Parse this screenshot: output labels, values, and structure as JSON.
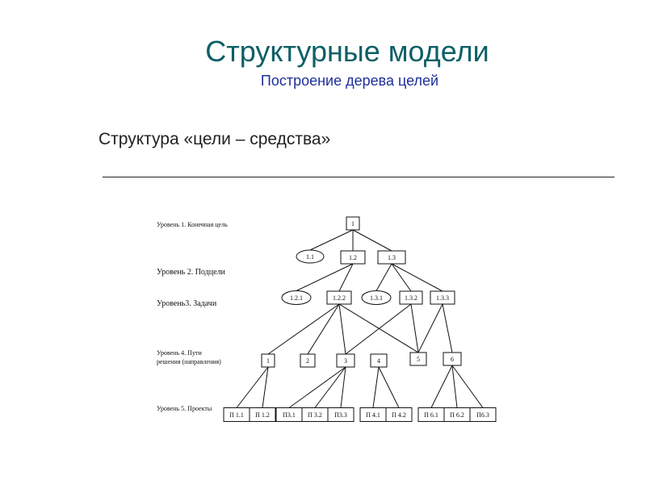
{
  "slide": {
    "title": "Структурные модели",
    "subtitle": "Построение дерева целей",
    "heading": "Структура «цели – средства»"
  },
  "tree": {
    "levels": [
      {
        "id": "lvl1",
        "label": "Уровень  1. Конечная цель"
      },
      {
        "id": "lvl2",
        "label": "Уровень 2. Подцели"
      },
      {
        "id": "lvl3",
        "label": "Уровень3. Задачи"
      },
      {
        "id": "lvl4a",
        "label": "Уровень  4. Пути"
      },
      {
        "id": "lvl4b",
        "label": "решения (направления)"
      },
      {
        "id": "lvl5",
        "label": "Уровень 5. Проекты"
      }
    ],
    "nodes": [
      {
        "id": "n1",
        "label": "1",
        "shape": "box"
      },
      {
        "id": "n11",
        "label": "1.1",
        "shape": "ellipse"
      },
      {
        "id": "n12",
        "label": "1.2",
        "shape": "box"
      },
      {
        "id": "n13",
        "label": "1.3",
        "shape": "box"
      },
      {
        "id": "n121",
        "label": "1.2.1",
        "shape": "ellipse"
      },
      {
        "id": "n122",
        "label": "1.2.2",
        "shape": "box"
      },
      {
        "id": "n131",
        "label": "1.3.1",
        "shape": "ellipse"
      },
      {
        "id": "n132",
        "label": "1.3.2",
        "shape": "box"
      },
      {
        "id": "n133",
        "label": "1.3.3",
        "shape": "box"
      },
      {
        "id": "w1",
        "label": "1",
        "shape": "box"
      },
      {
        "id": "w2",
        "label": "2",
        "shape": "box"
      },
      {
        "id": "w3",
        "label": "3",
        "shape": "box"
      },
      {
        "id": "w4",
        "label": "4",
        "shape": "box"
      },
      {
        "id": "w5",
        "label": "5",
        "shape": "box"
      },
      {
        "id": "w6",
        "label": "6",
        "shape": "box"
      },
      {
        "id": "p11",
        "label": "П 1.1",
        "shape": "box"
      },
      {
        "id": "p12",
        "label": "П 1.2",
        "shape": "box"
      },
      {
        "id": "p31",
        "label": "П3.1",
        "shape": "box"
      },
      {
        "id": "p32",
        "label": "П 3.2",
        "shape": "box"
      },
      {
        "id": "p33",
        "label": "П3.3",
        "shape": "box"
      },
      {
        "id": "p41",
        "label": "П 4.1",
        "shape": "box"
      },
      {
        "id": "p42",
        "label": "П 4.2",
        "shape": "box"
      },
      {
        "id": "p61",
        "label": "П 6.1",
        "shape": "box"
      },
      {
        "id": "p62",
        "label": "П 6.2",
        "shape": "box"
      },
      {
        "id": "p63",
        "label": "П6.3",
        "shape": "box"
      }
    ],
    "edges": [
      [
        "n1",
        "n11"
      ],
      [
        "n1",
        "n12"
      ],
      [
        "n1",
        "n13"
      ],
      [
        "n12",
        "n121"
      ],
      [
        "n12",
        "n122"
      ],
      [
        "n13",
        "n131"
      ],
      [
        "n13",
        "n132"
      ],
      [
        "n13",
        "n133"
      ],
      [
        "n122",
        "w1"
      ],
      [
        "n122",
        "w2"
      ],
      [
        "n122",
        "w3"
      ],
      [
        "n122",
        "w5"
      ],
      [
        "n132",
        "w3"
      ],
      [
        "n132",
        "w5"
      ],
      [
        "n133",
        "w5"
      ],
      [
        "n133",
        "w6"
      ],
      [
        "w1",
        "p11"
      ],
      [
        "w1",
        "p12"
      ],
      [
        "w3",
        "p31"
      ],
      [
        "w3",
        "p32"
      ],
      [
        "w3",
        "p33"
      ],
      [
        "w4",
        "p41"
      ],
      [
        "w4",
        "p42"
      ],
      [
        "w6",
        "p61"
      ],
      [
        "w6",
        "p62"
      ],
      [
        "w6",
        "p63"
      ]
    ]
  }
}
